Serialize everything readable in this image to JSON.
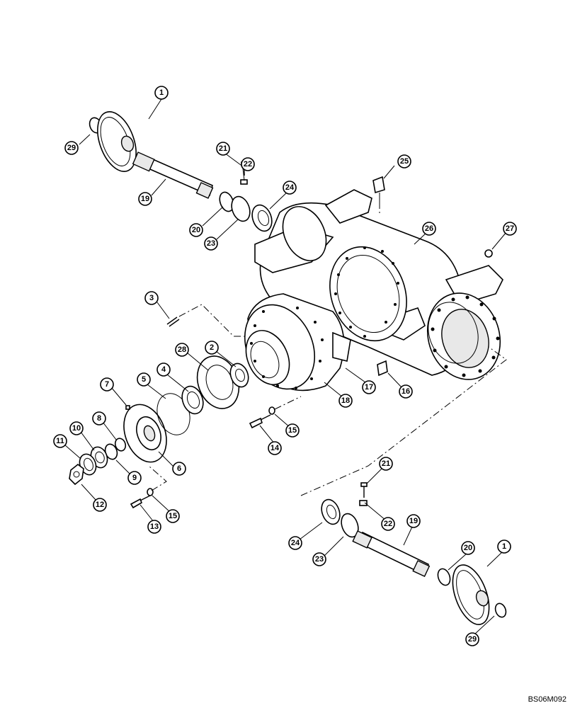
{
  "reference_code": "BS06M092",
  "callouts": [
    "1",
    "2",
    "3",
    "4",
    "5",
    "6",
    "7",
    "8",
    "9",
    "10",
    "11",
    "12",
    "13",
    "14",
    "15",
    "15",
    "16",
    "17",
    "18",
    "19",
    "20",
    "21",
    "22",
    "23",
    "24",
    "25",
    "26",
    "27",
    "28",
    "29",
    "1",
    "19",
    "20",
    "21",
    "22",
    "23",
    "24",
    "29"
  ]
}
